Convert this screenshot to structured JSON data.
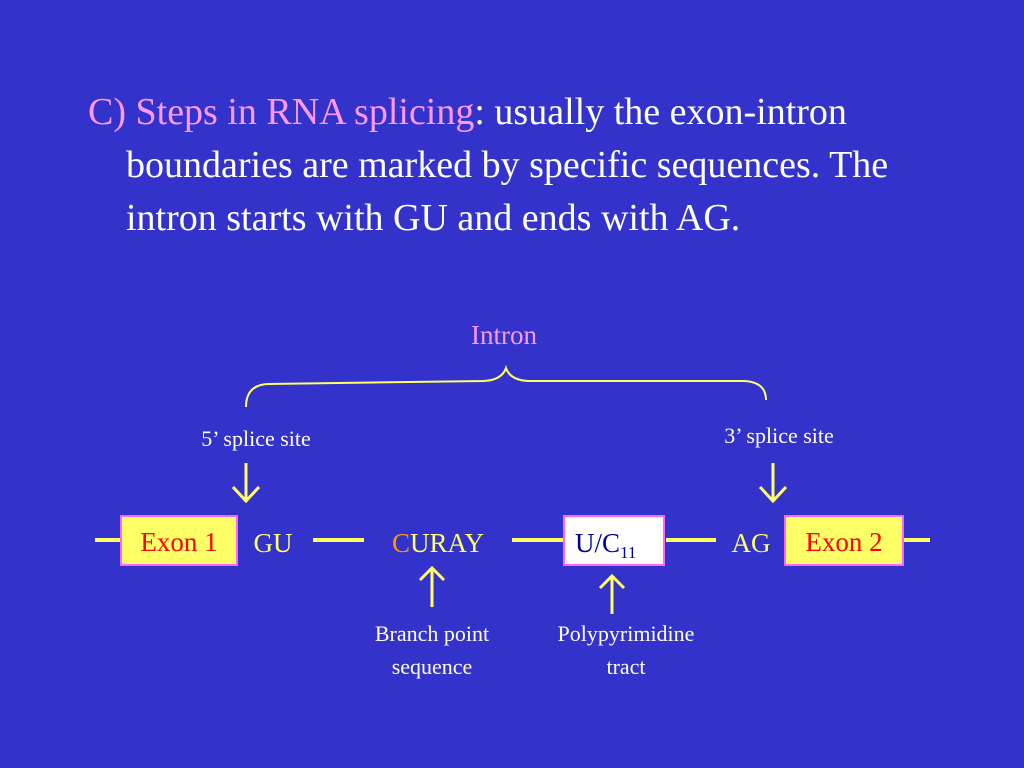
{
  "slide": {
    "heading_prefix": "C) Steps in RNA splicing",
    "heading_rest": ": usually the exon-intron boundaries are marked by specific sequences. The intron starts with GU and ends with AG."
  },
  "diagram": {
    "intron_label": "Intron",
    "five_prime_label": "5’ splice site",
    "three_prime_label": "3’ splice site",
    "exon1_label": "Exon 1",
    "gu_label": "GU",
    "curay_first": "C",
    "curay_rest": "URAY",
    "uc_label": "U/C",
    "uc_subscript": "11",
    "ag_label": "AG",
    "exon2_label": "Exon 2",
    "branch_line1": "Branch point",
    "branch_line2": "sequence",
    "poly_line1": "Polypyrimidine",
    "poly_line2": "tract"
  },
  "colors": {
    "background": "#3333cc",
    "pink": "#ff99ff",
    "yellow": "#ffff66",
    "box_red": "#ff0000",
    "orange": "#ff9900",
    "white": "#ffffff",
    "dark_blue": "#000099"
  }
}
